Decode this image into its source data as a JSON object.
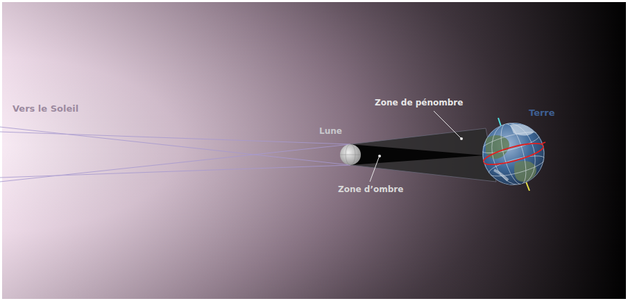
{
  "diagram": {
    "labels": [
      "Vers le Soleil",
      "Lune",
      "Zone de pénombre",
      "Zone d’ombre",
      "Terre"
    ]
  }
}
